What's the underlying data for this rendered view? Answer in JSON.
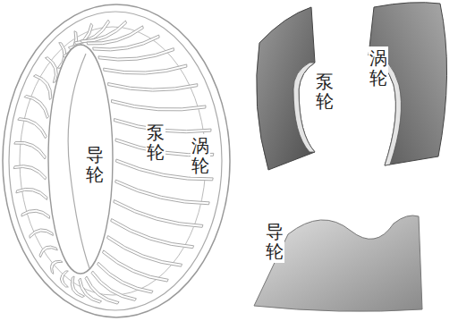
{
  "diagram": {
    "labels": [
      "导轮",
      "泵轮",
      "涡轮",
      "泵轮",
      "涡轮",
      "导轮"
    ]
  }
}
